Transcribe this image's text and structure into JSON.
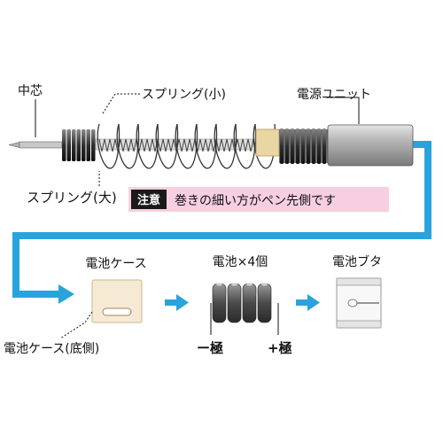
{
  "labels": {
    "core": "中芯",
    "spring_small": "スプリング(小)",
    "power_unit": "電源ユニット",
    "spring_large": "スプリング(大)",
    "battery_case": "電池ケース",
    "battery_x4": "電池×4個",
    "battery_cap": "電池ブタ",
    "battery_case_bottom": "電池ケース(底側)",
    "minus_pole": "ー極",
    "plus_pole": "+極"
  },
  "notice": {
    "badge": "注意",
    "text": "巻きの細い方がペン先側です"
  },
  "colors": {
    "flow_arrow": "#29a3dc",
    "notice_bg": "#f7cfe0",
    "badge_bg": "#1a1a1a",
    "case_fill": "#f6ead4",
    "brass": "#e9d6a2",
    "unit_grey": "#a9a9a9"
  }
}
